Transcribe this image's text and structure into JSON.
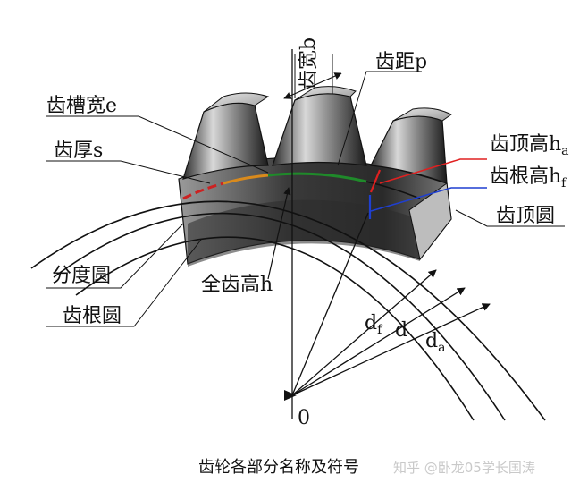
{
  "labels": {
    "face_width": "齿宽b",
    "pitch": "齿距p",
    "space_width": "齿槽宽e",
    "tooth_thickness": "齿厚s",
    "addendum": "齿顶高h",
    "addendum_sub": "a",
    "dedendum": "齿根高h",
    "dedendum_sub": "f",
    "tip_circle": "齿顶圆",
    "pitch_circle": "分度圆",
    "root_circle": "齿根圆",
    "whole_depth": "全齿高h",
    "d_root": "d",
    "d_root_sub": "f",
    "d_pitch": "d",
    "d_tip": "d",
    "d_tip_sub": "a",
    "origin": "0"
  },
  "caption": "齿轮各部分名称及符号",
  "watermark": "知乎 @卧龙05学长国涛",
  "colors": {
    "addendum_line": "#e02020",
    "dedendum_line": "#1f3fd0",
    "pitch_arc_red": "#cc2222",
    "pitch_arc_orange": "#d98a1c",
    "pitch_arc_green": "#1f8a2a"
  }
}
